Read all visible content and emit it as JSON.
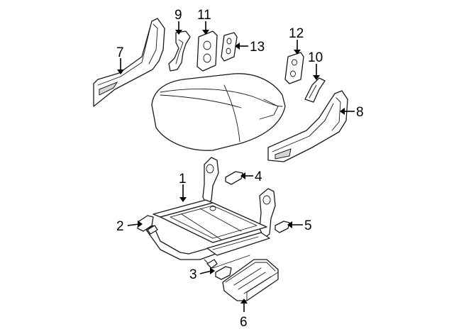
{
  "diagram": {
    "callouts": {
      "c1": "1",
      "c2": "2",
      "c3": "3",
      "c4": "4",
      "c5": "5",
      "c6": "6",
      "c7": "7",
      "c8": "8",
      "c9": "9",
      "c10": "10",
      "c11": "11",
      "c12": "12",
      "c13": "13"
    },
    "colors": {
      "line": "#1a1a1a",
      "fill": "#ffffff",
      "shade": "#d6d6d6",
      "background": "#ffffff"
    }
  }
}
